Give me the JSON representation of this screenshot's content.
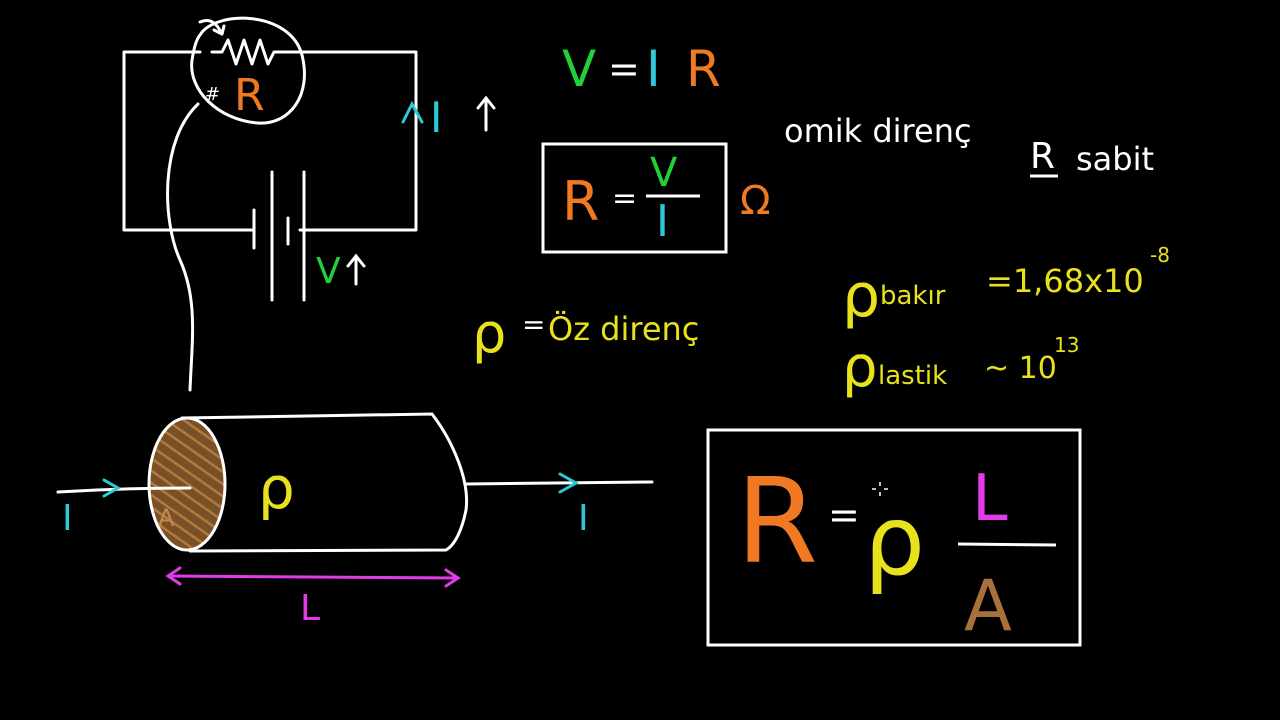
{
  "colors": {
    "background": "#000000",
    "white": "#ffffff",
    "green": "#22d138",
    "cyan": "#2ec8d6",
    "orange": "#f07a22",
    "yellow": "#e8e21c",
    "magenta": "#e23ce8",
    "brown": "#a8703a"
  },
  "circuit": {
    "resistor_label": "R",
    "hash_mark": "#",
    "current_label": "I",
    "voltage_label": "V"
  },
  "ohms_law": {
    "V": "V",
    "eq": "=",
    "I": "I",
    "R": "R"
  },
  "resistance_box": {
    "R": "R",
    "eq": "=",
    "V": "V",
    "I": "I",
    "unit": "Ω"
  },
  "ohmic": {
    "text": "omik direnç",
    "R": "R",
    "fixed": "sabit"
  },
  "resistivity_def": {
    "rho": "ρ",
    "eq": "=",
    "text": "Öz direnç"
  },
  "resistivity_values": {
    "copper_rho": "ρ",
    "copper_sub": "bakır",
    "copper_value": "=1,68x10",
    "copper_exp": "-8",
    "rubber_rho": "ρ",
    "rubber_sub": "lastik",
    "rubber_value": "~ 10",
    "rubber_exp": "13"
  },
  "cylinder": {
    "area_label": "A",
    "rho_label": "ρ",
    "current_in": "I",
    "current_out": "I",
    "length_label": "L"
  },
  "formula_box": {
    "R": "R",
    "eq": "=",
    "rho": "ρ",
    "L": "L",
    "A": "A"
  }
}
